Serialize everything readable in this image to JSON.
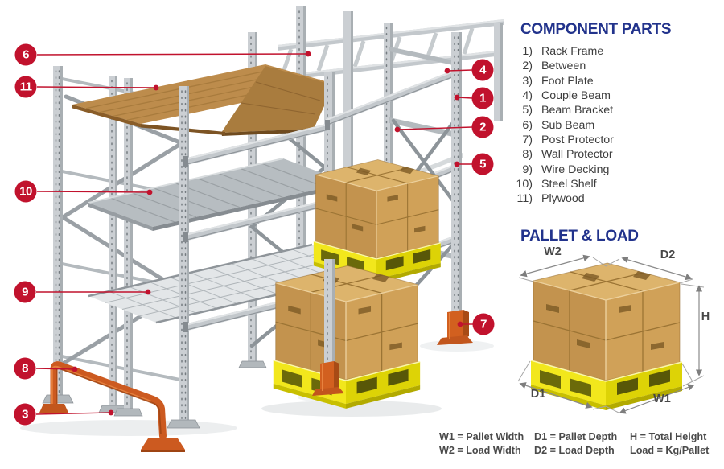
{
  "component_parts": {
    "title": "COMPONENT PARTS",
    "items": [
      {
        "num": "1)",
        "label": "Rack Frame"
      },
      {
        "num": "2)",
        "label": "Between"
      },
      {
        "num": "3)",
        "label": "Foot Plate"
      },
      {
        "num": "4)",
        "label": "Couple Beam"
      },
      {
        "num": "5)",
        "label": "Beam Bracket"
      },
      {
        "num": "6)",
        "label": "Sub Beam"
      },
      {
        "num": "7)",
        "label": "Post Protector"
      },
      {
        "num": "8)",
        "label": "Wall Protector"
      },
      {
        "num": "9)",
        "label": "Wire Decking"
      },
      {
        "num": "10)",
        "label": "Steel Shelf"
      },
      {
        "num": "11)",
        "label": "Plywood"
      }
    ]
  },
  "callouts": [
    {
      "num": "1",
      "part": "Rack Frame"
    },
    {
      "num": "2",
      "part": "Between"
    },
    {
      "num": "3",
      "part": "Foot Plate"
    },
    {
      "num": "4",
      "part": "Couple Beam"
    },
    {
      "num": "5",
      "part": "Beam Bracket"
    },
    {
      "num": "6",
      "part": "Sub Beam"
    },
    {
      "num": "7",
      "part": "Post Protector"
    },
    {
      "num": "8",
      "part": "Wall Protector"
    },
    {
      "num": "9",
      "part": "Wire Decking"
    },
    {
      "num": "10",
      "part": "Steel Shelf"
    },
    {
      "num": "11",
      "part": "Plywood"
    }
  ],
  "pallet_load": {
    "title": "PALLET & LOAD",
    "labels": {
      "w2": "W2",
      "d2": "D2",
      "h": "H",
      "d1": "D1",
      "w1": "W1"
    }
  },
  "legend": {
    "rows": [
      [
        "W1 = Pallet Width",
        "D1 = Pallet Depth",
        "H = Total Height"
      ],
      [
        "W2 = Load Width",
        "D2 = Load Depth",
        "Load = Kg/Pallet"
      ]
    ]
  },
  "colors": {
    "accent_red": "#c1122d",
    "heading_navy": "#22338c",
    "steel": "#cbcfd3",
    "steel_dark": "#8f959a",
    "plywood": "#bd8c4c",
    "box_tan": "#d0a158",
    "pallet_yellow": "#f2e71c",
    "safety_orange": "#d2601f",
    "text_grey": "#3d3d3d"
  }
}
